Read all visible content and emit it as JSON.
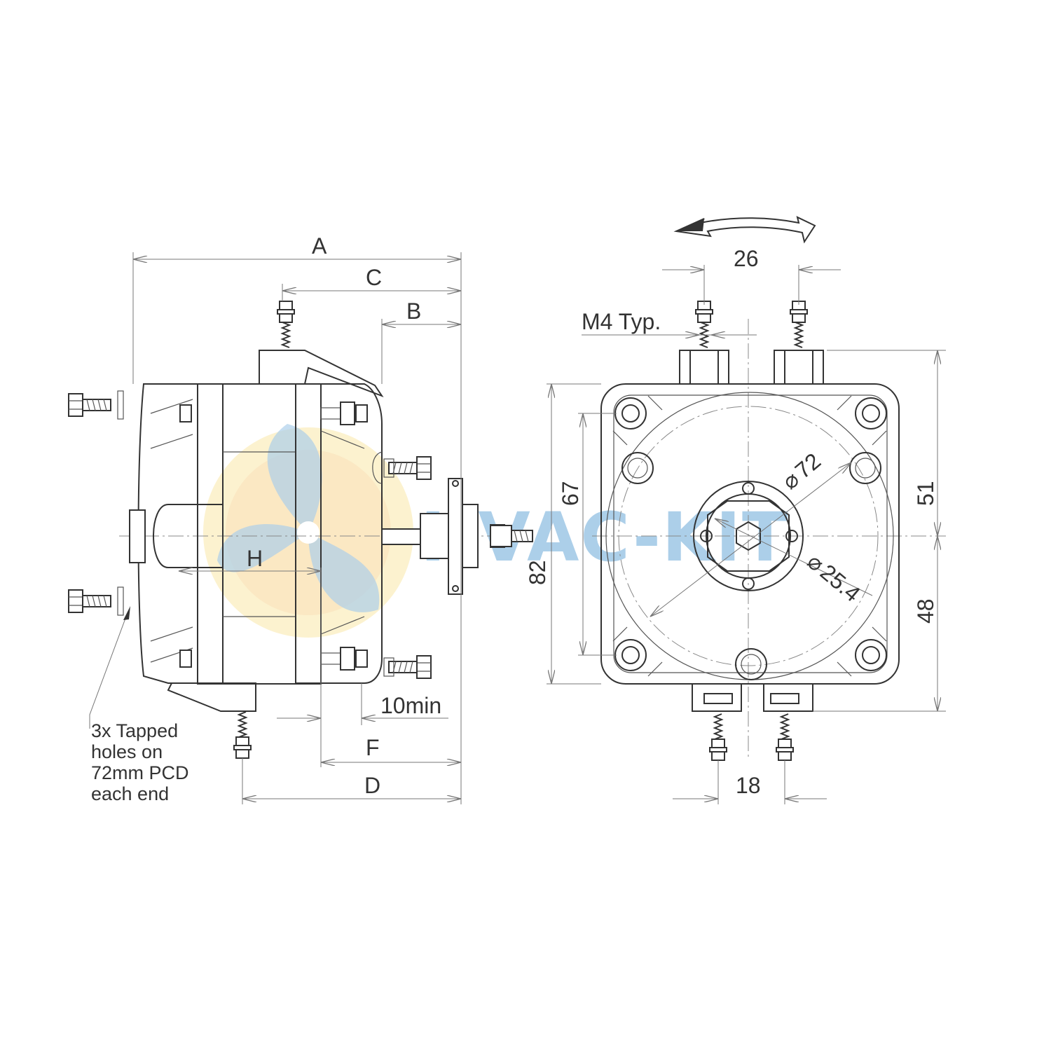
{
  "diagram": {
    "side_view": {
      "dimensions": {
        "a": "A",
        "b": "B",
        "c": "C",
        "d": "D",
        "f": "F",
        "h": "H",
        "clearance": "10min"
      },
      "note_lines": [
        "3x Tapped",
        "holes on",
        "72mm PCD",
        "each end"
      ]
    },
    "front_view": {
      "dimensions": {
        "top_spacing": "26",
        "bottom_spacing": "18",
        "thread": "M4 Typ.",
        "overall_height": "82",
        "hole_height": "67",
        "upper_height": "51",
        "lower_height": "48",
        "pcd": "72",
        "hub": "25.4"
      },
      "diameter_symbol": "⌀"
    }
  },
  "watermark": {
    "text": "HVAC-KIT",
    "colors": {
      "blue": "#6aa8d8",
      "yellow": "#f5d76e",
      "orange": "#f0a050"
    }
  }
}
